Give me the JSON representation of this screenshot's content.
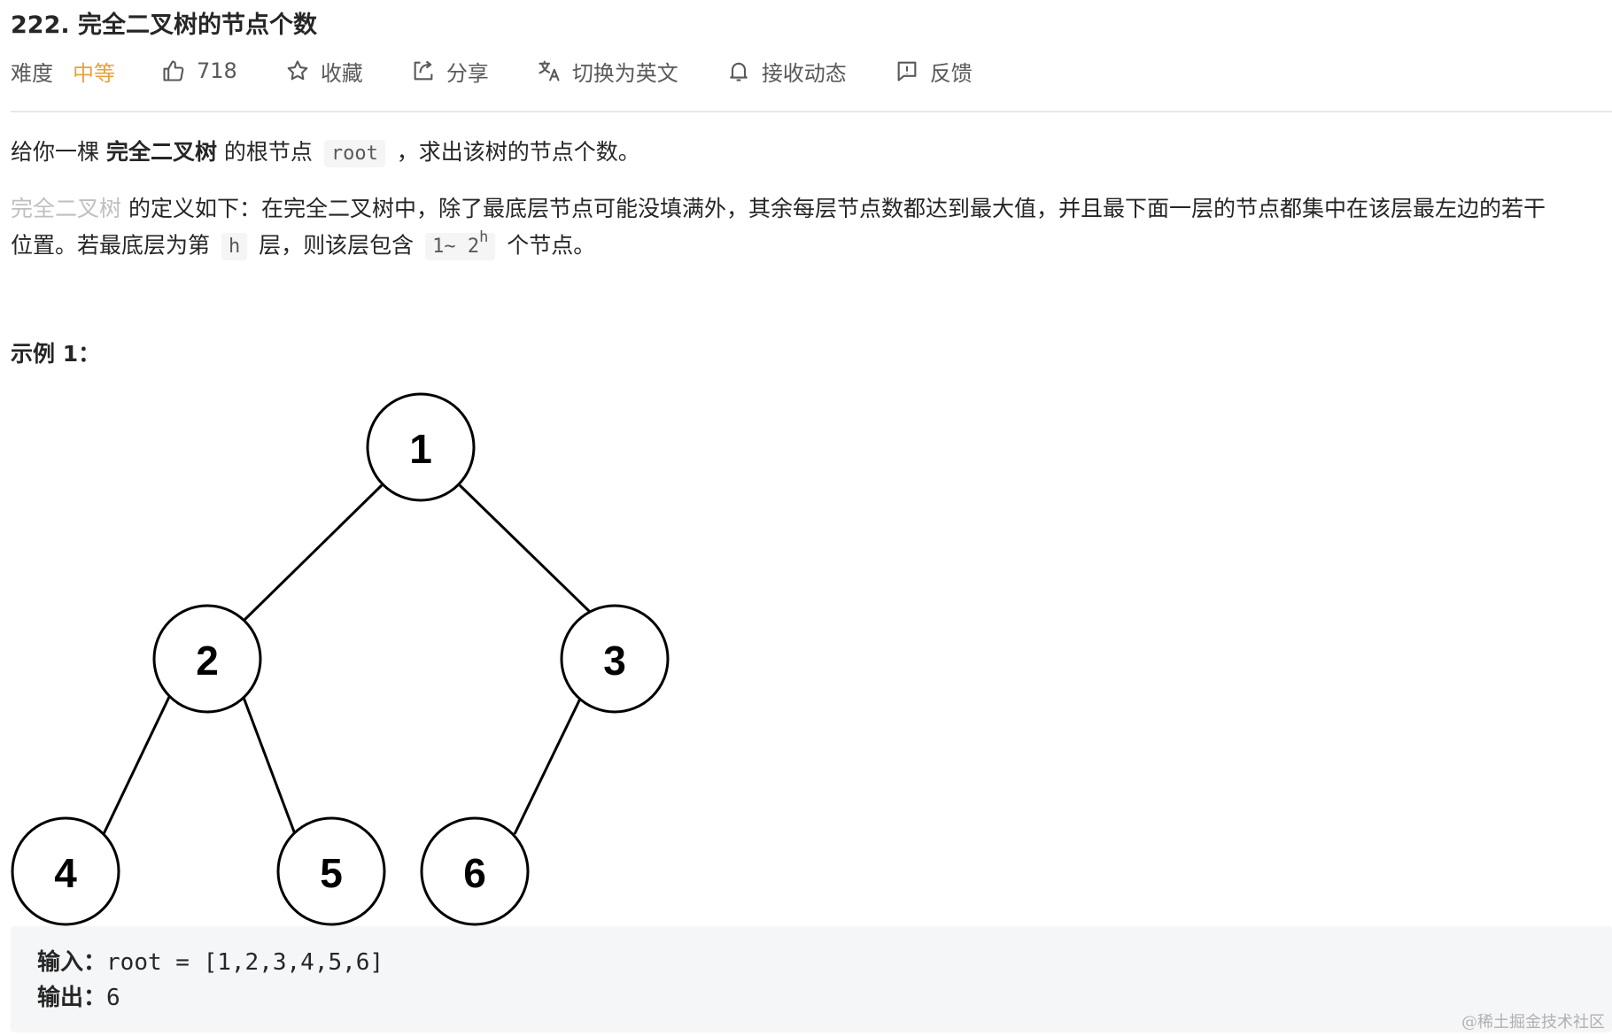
{
  "problem": {
    "title": "222. 完全二叉树的节点个数",
    "difficulty_label": "难度",
    "difficulty_value": "中等",
    "likes": "718",
    "actions": {
      "collect": "收藏",
      "share": "分享",
      "switch_lang": "切换为英文",
      "subscribe": "接收动态",
      "feedback": "反馈"
    }
  },
  "description": {
    "p1_a": "给你一棵 ",
    "p1_bold": "完全二叉树",
    "p1_b": " 的根节点 ",
    "p1_code": "root",
    "p1_c": " ，求出该树的节点个数。",
    "p2_link": "完全二叉树",
    "p2_a": " 的定义如下：在完全二叉树中，除了最底层节点可能没填满外，其余每层节点数都达到最大值，并且最下面一层的节点都集中在该层最左边的若干",
    "p2_b": "位置。若最底层为第 ",
    "p2_code_h": "h",
    "p2_c": " 层，则该层包含 ",
    "p2_code_range": "1~ 2",
    "p2_code_sup": "h",
    "p2_d": " 个节点。"
  },
  "example": {
    "title": "示例 1：",
    "tree_nodes": [
      "1",
      "2",
      "3",
      "4",
      "5",
      "6"
    ],
    "input_label": "输入：",
    "input_value": "root = [1,2,3,4,5,6]",
    "output_label": "输出：",
    "output_value": "6"
  },
  "watermark": "@稀土掘金技术社区",
  "colors": {
    "difficulty_medium": "#e9a23b",
    "code_bg": "#f5f5f5",
    "block_bg": "#f5f6f7"
  },
  "icons": [
    "thumbs-up-icon",
    "star-icon",
    "share-icon",
    "translate-icon",
    "bell-icon",
    "feedback-icon"
  ]
}
